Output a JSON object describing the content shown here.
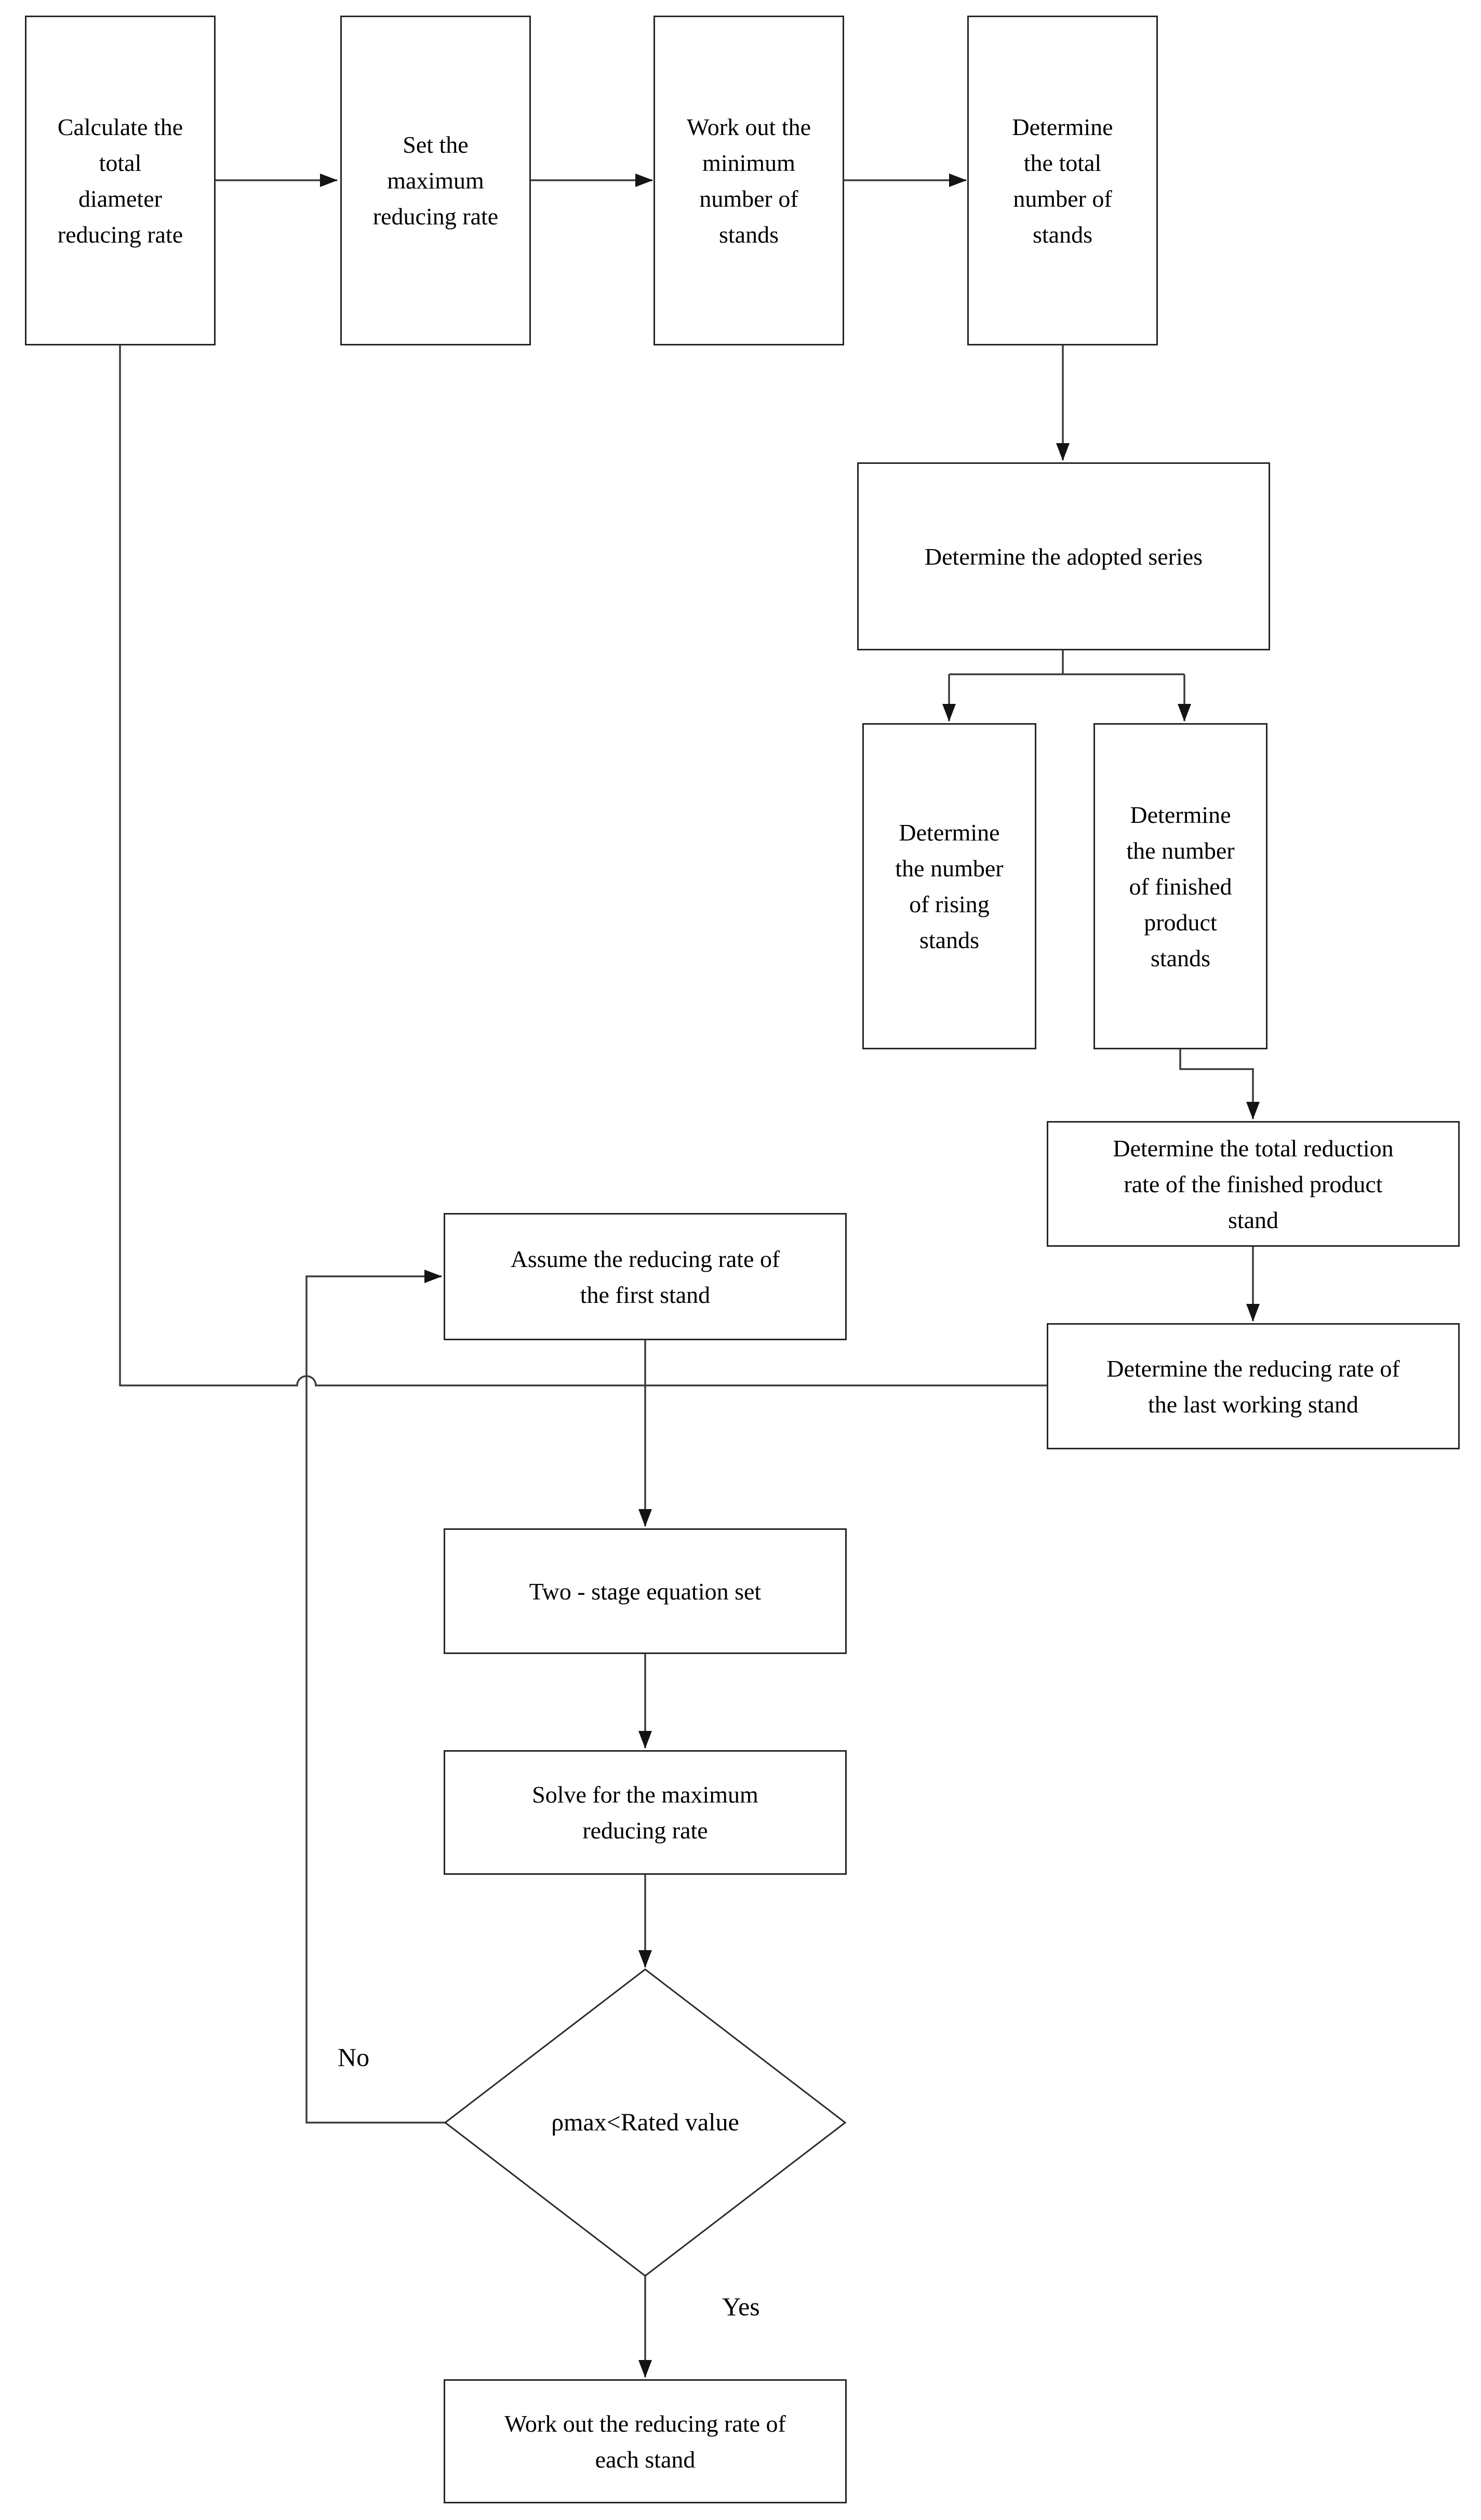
{
  "flowchart": {
    "nodes": {
      "calc_total_diameter": "Calculate the\ntotal\ndiameter\nreducing rate",
      "set_max_reducing": "Set the\nmaximum\nreducing rate",
      "min_stands": "Work out the\nminimum\nnumber of\nstands",
      "total_stands": "Determine\nthe total\nnumber of\nstands",
      "adopted_series": "Determine the adopted series",
      "rising_stands": "Determine\nthe number\nof rising\nstands",
      "finished_product_stands": "Determine\nthe number\nof finished\nproduct\nstands",
      "finished_total_reduction": "Determine the total reduction\nrate of the finished product\nstand",
      "last_working_stand": "Determine the reducing rate of\nthe last working stand",
      "assume_first_stand": "Assume the reducing rate of\nthe first stand",
      "two_stage_equation": "Two - stage equation set",
      "solve_max_reducing": "Solve for the maximum\nreducing rate",
      "decision": "ρmax<Rated value",
      "each_stand": "Work out the reducing rate of\neach stand"
    },
    "edge_labels": {
      "no": "No",
      "yes": "Yes"
    },
    "edges": [
      {
        "from": "calc_total_diameter",
        "to": "set_max_reducing"
      },
      {
        "from": "set_max_reducing",
        "to": "min_stands"
      },
      {
        "from": "min_stands",
        "to": "total_stands"
      },
      {
        "from": "total_stands",
        "to": "adopted_series"
      },
      {
        "from": "adopted_series",
        "to": "rising_stands"
      },
      {
        "from": "adopted_series",
        "to": "finished_product_stands"
      },
      {
        "from": "finished_product_stands",
        "to": "finished_total_reduction"
      },
      {
        "from": "finished_total_reduction",
        "to": "last_working_stand"
      },
      {
        "from": "calc_total_diameter",
        "to": "two_stage_equation"
      },
      {
        "from": "last_working_stand",
        "to": "two_stage_equation"
      },
      {
        "from": "assume_first_stand",
        "to": "two_stage_equation"
      },
      {
        "from": "two_stage_equation",
        "to": "solve_max_reducing"
      },
      {
        "from": "solve_max_reducing",
        "to": "decision"
      },
      {
        "from": "decision",
        "to": "assume_first_stand",
        "label": "No"
      },
      {
        "from": "decision",
        "to": "each_stand",
        "label": "Yes"
      }
    ],
    "colors": {
      "background": "#ffffff",
      "line": "#3c3c3c",
      "box_border": "#262626",
      "arrowhead": "#141414",
      "text": "#000000"
    }
  }
}
